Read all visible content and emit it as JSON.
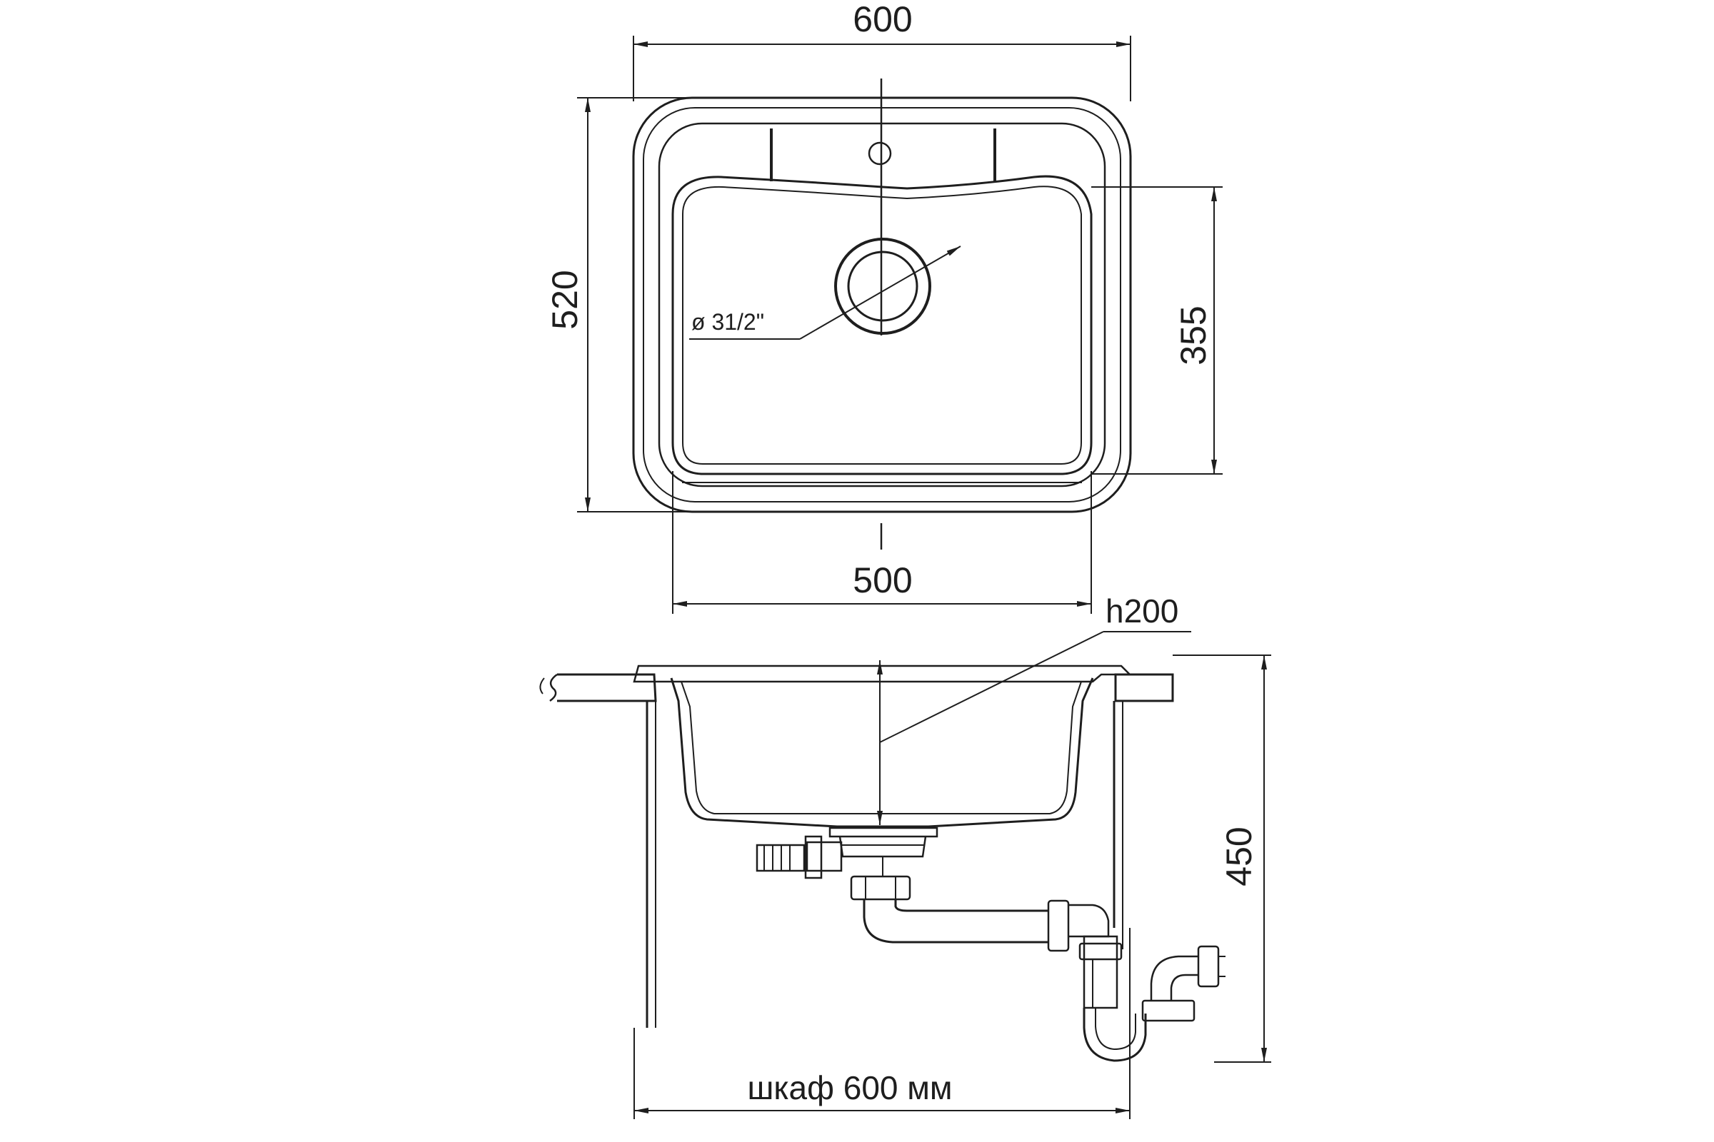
{
  "top_view": {
    "width_label": "600",
    "depth_label": "520",
    "bowl_depth_label": "355",
    "bowl_width_label": "500",
    "drain_label": "ø 31/2\""
  },
  "side_view": {
    "bowl_height_label": "h200",
    "total_height_label": "450",
    "cabinet_label": "шкаф 600 мм"
  }
}
